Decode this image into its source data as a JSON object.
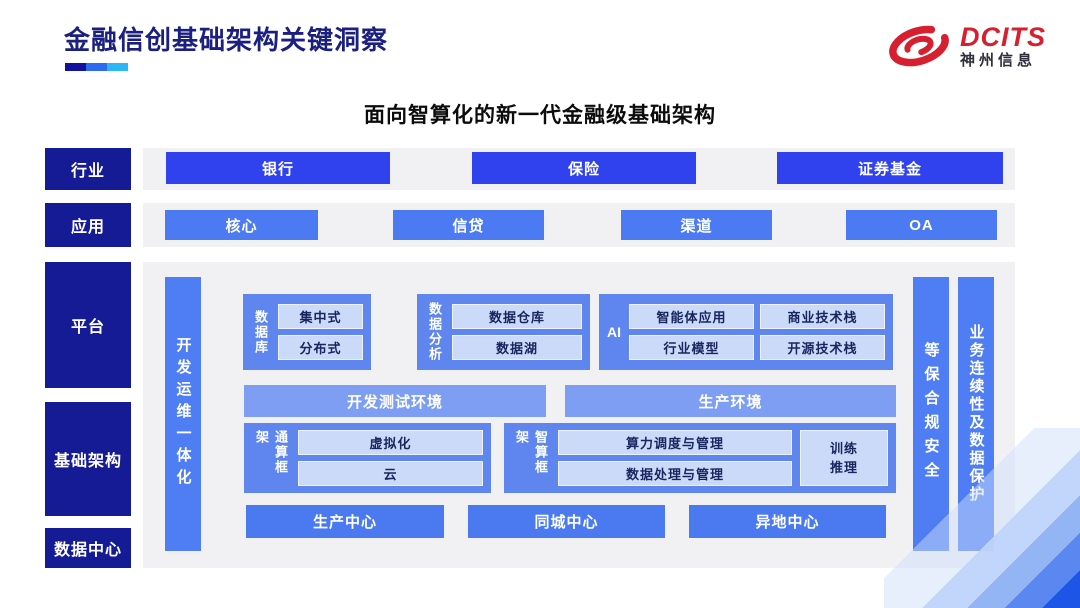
{
  "header": {
    "title": "金融信创基础架构关键洞察",
    "logo_brand": "DCITS",
    "logo_company": "神州信息"
  },
  "diagram_title": "面向智算化的新一代金融级基础架构",
  "sidebar": {
    "industry": "行业",
    "application": "应用",
    "platform": "平台",
    "infrastructure": "基础架构",
    "datacenter": "数据中心"
  },
  "industry_row": {
    "items": [
      "银行",
      "保险",
      "证券基金"
    ]
  },
  "application_row": {
    "items": [
      "核心",
      "信贷",
      "渠道",
      "OA"
    ]
  },
  "platform_area": {
    "devops_bar": "开发运维一体化",
    "security_bar": "等保合规安全",
    "continuity_bar": "业务连续性及数据保护",
    "database_group": {
      "label": "数据库",
      "items": [
        "集中式",
        "分布式"
      ]
    },
    "analytics_group": {
      "label": "数据分析",
      "items": [
        "数据仓库",
        "数据湖"
      ]
    },
    "ai_group": {
      "label": "AI",
      "items": [
        "智能体应用",
        "商业技术栈",
        "行业模型",
        "开源技术栈"
      ]
    },
    "env_bars": [
      "开发测试环境",
      "生产环境"
    ],
    "general_compute_group": {
      "label": "通算框架",
      "items": [
        "虚拟化",
        "云"
      ]
    },
    "ai_compute_group": {
      "label": "智算框架",
      "items": [
        "算力调度与管理",
        "数据处理与管理"
      ],
      "side_item": "训练推理"
    },
    "datacenter_row": [
      "生产中心",
      "同城中心",
      "异地中心"
    ]
  },
  "colors": {
    "title_navy": "#1b2080",
    "sidebar_navy": "#141b95",
    "industry_blue": "#3042ee",
    "primary_blue": "#4c7af2",
    "group_blue": "#5f85ee",
    "env_blue": "#7e9ef3",
    "light_box_blue": "#cbdaf8",
    "panel_gray": "#f1f1f4",
    "logo_red": "#d6202f",
    "corner_deep_blue": "#1d55e6"
  }
}
